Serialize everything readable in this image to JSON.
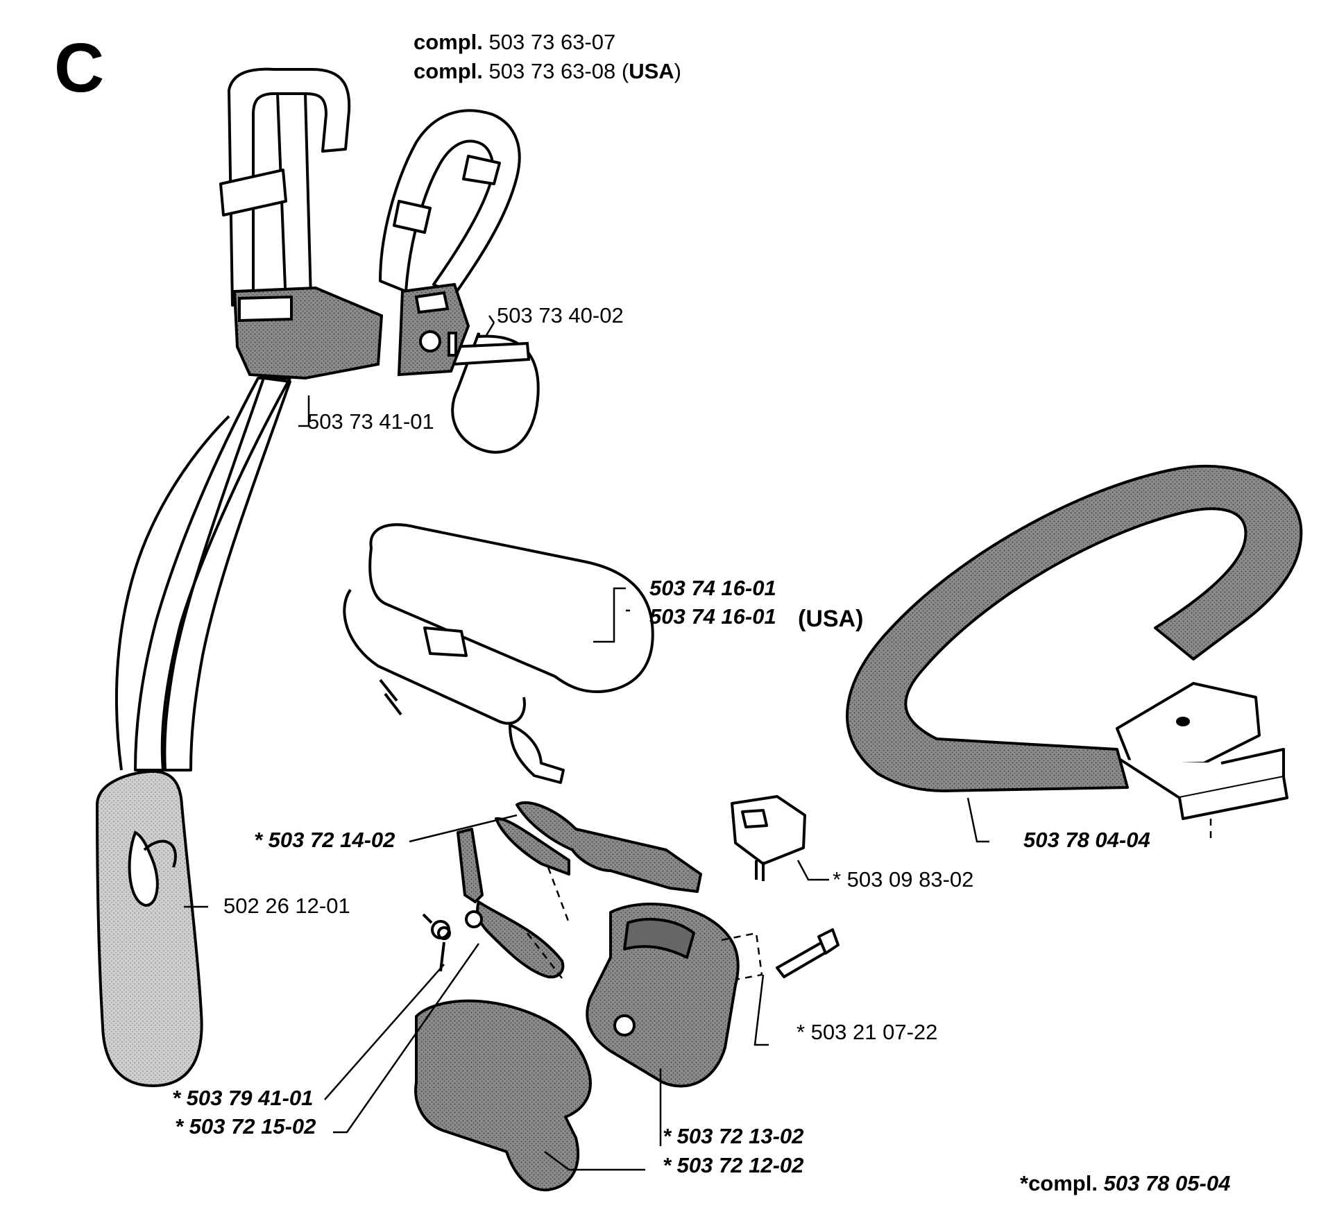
{
  "section_letter": "C",
  "header": {
    "compl_word": "compl.",
    "part_1": "503 73 63-07",
    "part_2": "503 73 63-08",
    "usa_open": "(",
    "usa": "USA",
    "usa_close": ")"
  },
  "labels": {
    "p_503_73_40_02": "503 73 40-02",
    "p_503_73_41_01": "503 73 41-01",
    "p_503_74_16_01_a": "503 74 16-01",
    "p_503_74_16_01_b": "503 74 16-01",
    "p_usa_b": "(USA)",
    "p_503_72_14_02": "* 503 72 14-02",
    "p_503_09_83_02": "* 503 09 83-02",
    "p_502_26_12_01": "502 26 12-01",
    "p_503_21_07_22": "* 503 21 07-22",
    "p_503_78_04_04": "503 78 04-04",
    "p_503_79_41_01": "* 503 79 41-01",
    "p_503_72_15_02": "* 503 72 15-02",
    "p_503_72_13_02": "* 503 72 13-02",
    "p_503_72_12_02": "* 503 72 12-02"
  },
  "footer": {
    "compl_word": "*compl.",
    "part": "503 78 05-04"
  },
  "colors": {
    "ink": "#000000",
    "stipple_dark": "#7a7a7a",
    "stipple_light": "#c4c4c4",
    "paper": "#ffffff"
  }
}
